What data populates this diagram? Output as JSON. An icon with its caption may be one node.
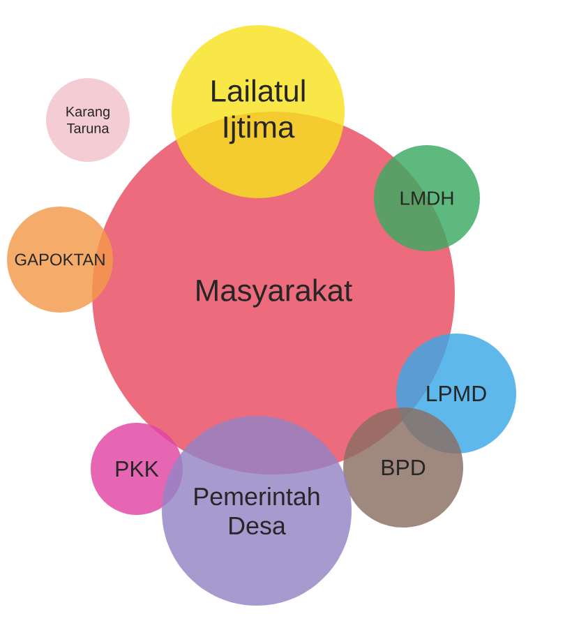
{
  "diagram": {
    "nodes": [
      {
        "text": [
          "Masyarakat"
        ]
      },
      {
        "text": [
          "Karang Taruna"
        ]
      },
      {
        "text": [
          "Lailatul Ijtima"
        ]
      },
      {
        "text": [
          "LMDH"
        ]
      },
      {
        "text": [
          "GAPOKTAN"
        ]
      },
      {
        "text": [
          "LPMD"
        ]
      },
      {
        "text": [
          "PKK"
        ]
      },
      {
        "text": [
          "BPD"
        ]
      },
      {
        "text": [
          "Pemerintah Desa"
        ]
      }
    ]
  }
}
